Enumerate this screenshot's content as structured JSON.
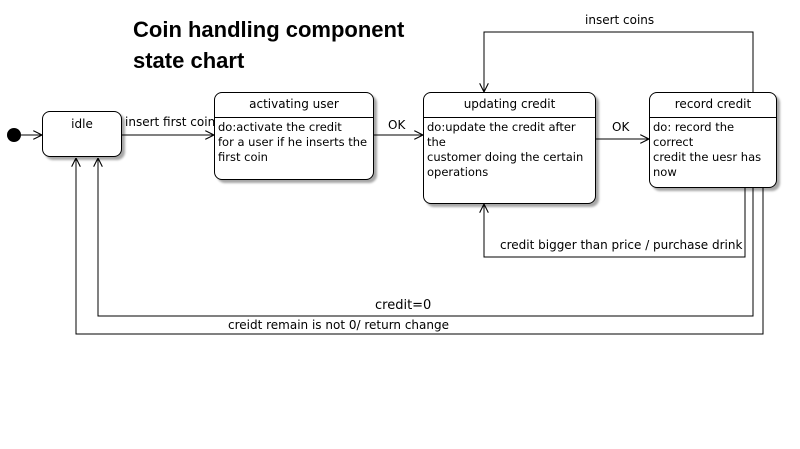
{
  "title_line1": "Coin handling component",
  "title_line2": "state chart",
  "states": {
    "idle": {
      "name": "idle"
    },
    "activating": {
      "name": "activating  user",
      "activity": "do:activate the credit\nfor a user if he inserts  the\nfirst coin"
    },
    "updating": {
      "name": "updating credit",
      "activity": "do:update the credit after the\ncustomer doing the certain\noperations"
    },
    "record": {
      "name": "record credit",
      "activity": "do: record the correct\ncredit the uesr has\nnow"
    }
  },
  "transitions": {
    "insert_first_coin": "insert first coin",
    "ok1": "OK",
    "ok2": "OK",
    "insert_coins": "insert coins",
    "credit_bigger": "credit bigger than price / purchase drink",
    "credit_zero": "credit=0",
    "credit_remain": "creidt remain is not 0/ return change"
  }
}
